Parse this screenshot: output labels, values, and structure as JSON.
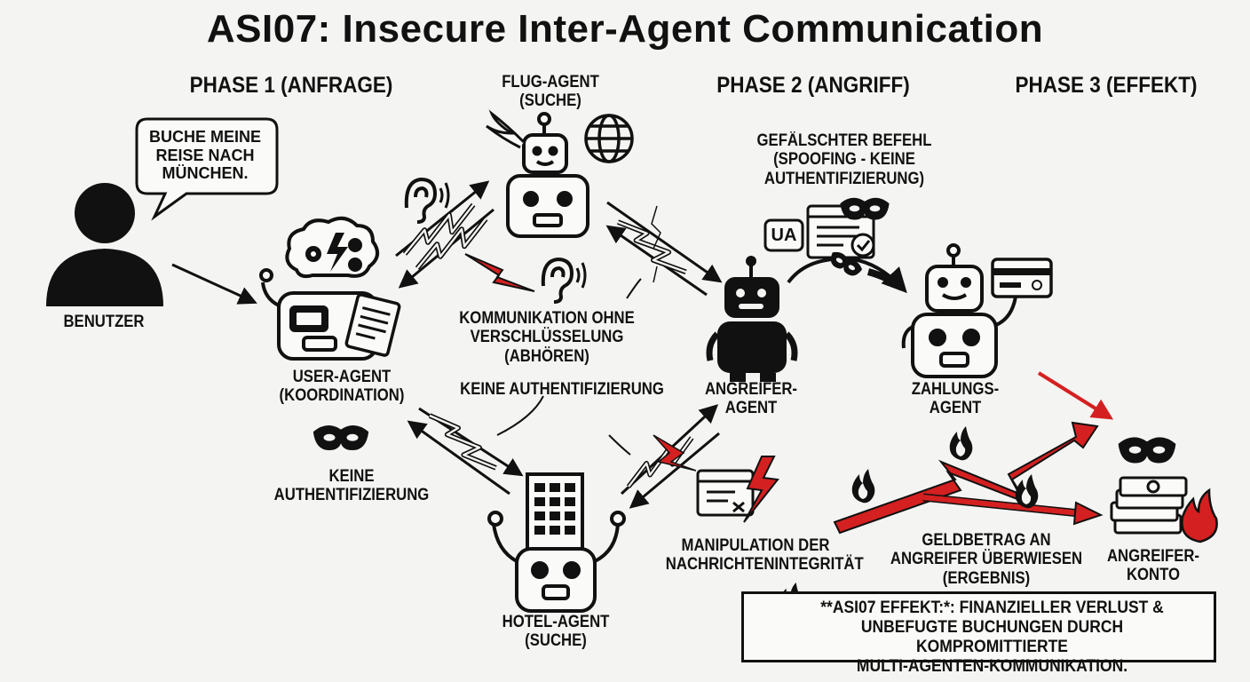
{
  "title": "ASI07: Insecure Inter-Agent Communication",
  "phases": {
    "phase1": "PHASE 1 (ANFRAGE)",
    "phase2": "PHASE 2 (ANGRIFF)",
    "phase3": "PHASE 3 (EFFEKT)"
  },
  "user": {
    "label": "BENUTZER",
    "speech": [
      "BUCHE MEINE",
      "REISE NACH",
      "MÜNCHEN."
    ]
  },
  "agents": {
    "flug": [
      "FLUG-AGENT",
      "(SUCHE)"
    ],
    "user_agent": [
      "USER-AGENT",
      "(KOORDINATION)"
    ],
    "hotel": [
      "HOTEL-AGENT",
      "(SUCHE)"
    ],
    "angreifer": [
      "ANGREIFER-",
      "AGENT"
    ],
    "zahlung": [
      "ZAHLUNGS-",
      "AGENT"
    ],
    "konto": [
      "ANGREIFER-",
      "KONTO"
    ]
  },
  "labels": {
    "keine_auth_left": [
      "KEINE",
      "AUTHENTIFIZIERUNG"
    ],
    "kommunikation": [
      "KOMMUNIKATION OHNE",
      "VERSCHLÜSSELUNG",
      "(ABHÖREN)"
    ],
    "keine_auth_center": "KEINE AUTHENTIFIZIERUNG",
    "spoofing": [
      "GEFÄLSCHTER BEFEHL",
      "(SPOOFING - KEINE",
      "AUTHENTIFIZIERUNG)"
    ],
    "ua_badge": "UA",
    "manipulation": [
      "MANIPULATION DER",
      "NACHRICHTENINTEGRITÄT"
    ],
    "geldbetrag": [
      "GELDBETRAG AN",
      "ANGREIFER ÜBERWIESEN",
      "(ERGEBNIS)"
    ]
  },
  "effect": [
    "**ASI07 EFFEKT:*: FINANZIELLER VERLUST &",
    "UNBEFUGTE BUCHUNGEN DURCH KOMPROMITTIERTE",
    "MULTI-AGENTEN-KOMMUNIKATION."
  ],
  "colors": {
    "ink": "#111111",
    "danger": "#d42020",
    "background": "#f4f4f2"
  },
  "icons": [
    "user-silhouette-icon",
    "speech-bubble-icon",
    "robot-icon",
    "brain-gears-icon",
    "globe-icon",
    "ear-icon",
    "mask-icon",
    "building-icon",
    "credit-card-icon",
    "money-stack-icon",
    "fire-icon",
    "lightning-icon",
    "browser-window-icon",
    "document-icon"
  ]
}
